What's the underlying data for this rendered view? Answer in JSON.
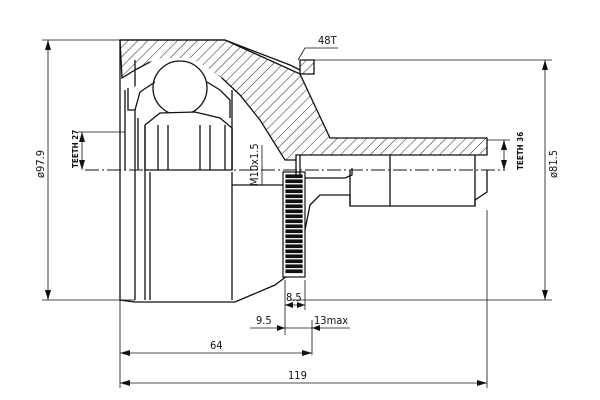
{
  "drawing": {
    "labels": {
      "spline_count_top": "48T",
      "diameter_left": "ø97.9",
      "teeth_left": "TEETH 27",
      "thread": "M10x1.5",
      "teeth_right": "TEETH 36",
      "diameter_right": "ø81.5",
      "dim_8_5": "8.5",
      "dim_9_5": "9.5",
      "dim_13max": "13max",
      "dim_64": "64",
      "dim_119": "119"
    }
  }
}
